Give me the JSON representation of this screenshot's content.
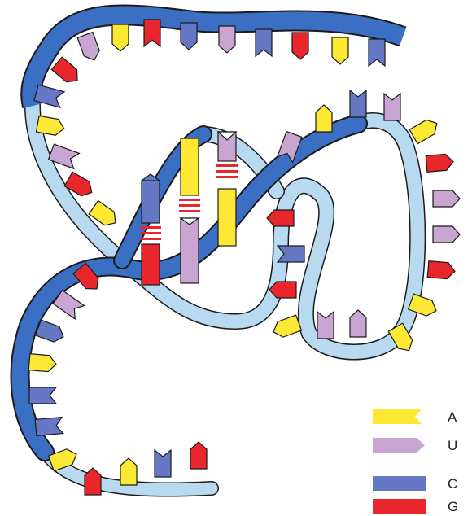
{
  "colors": {
    "A": "#fde834",
    "U": "#c9a6d2",
    "C": "#6677c6",
    "G": "#e8262c",
    "backbone_dark": "#3a6fc3",
    "backbone_light": "#b8daf1",
    "outline": "#1b1b1b",
    "hbond": "#e8262c"
  },
  "legend": {
    "items": [
      {
        "key": "A",
        "label": "A",
        "color": "#fde834",
        "icon": "flag-notched-icon"
      },
      {
        "key": "U",
        "label": "U",
        "color": "#c9a6d2",
        "icon": "arrow-right-icon"
      },
      {
        "key": "C",
        "label": "C",
        "color": "#6677c6",
        "icon": "bar-icon"
      },
      {
        "key": "G",
        "label": "G",
        "color": "#e8262c",
        "icon": "bar-icon"
      }
    ]
  }
}
